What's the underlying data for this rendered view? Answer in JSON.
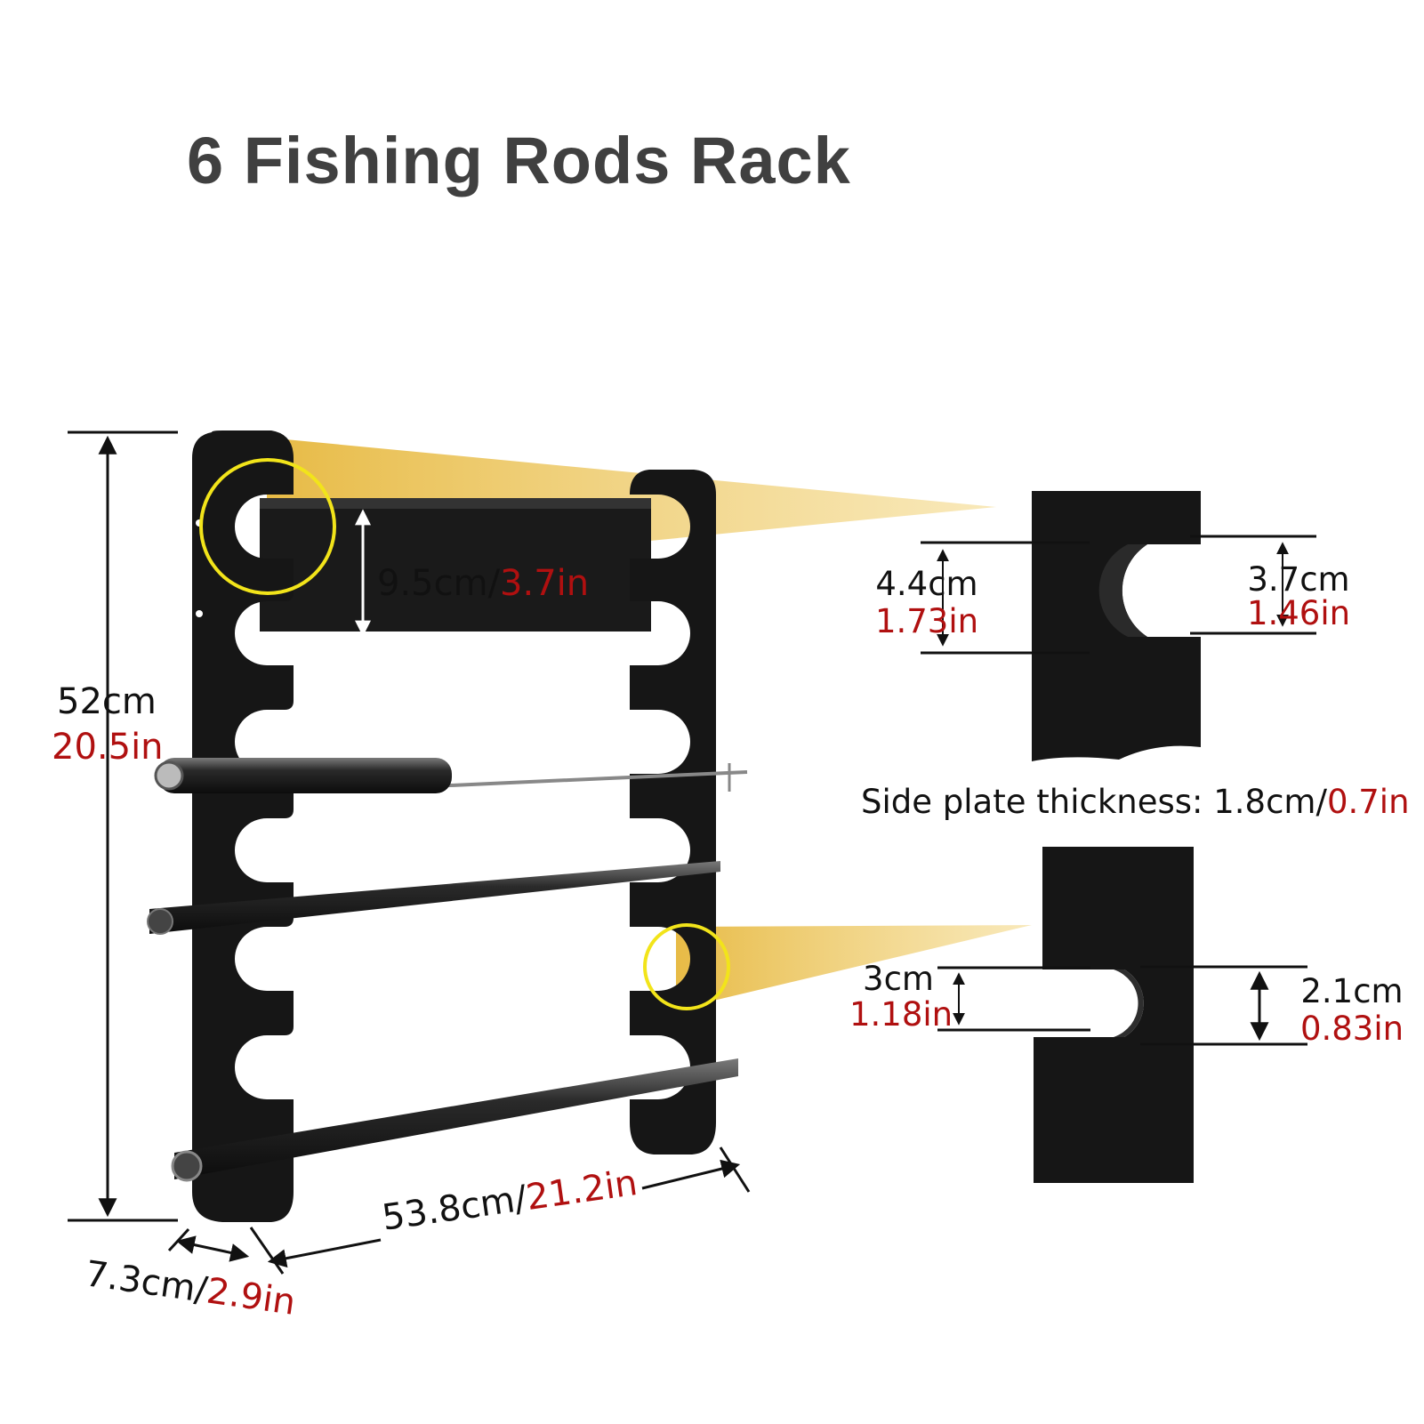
{
  "title": "6 Fishing Rods Rack",
  "colors": {
    "wood": "#161616",
    "callout": "#e6b73c",
    "ring": "#f2e41a",
    "metric_text": "#111111",
    "imperial_text": "#b01010"
  },
  "dimensions": {
    "height": {
      "cm": "52cm",
      "in": "20.5in"
    },
    "rod_spacing": {
      "cm": "9.5cm/",
      "in": "3.7in"
    },
    "width": {
      "cm": "53.8cm/",
      "in": "21.2in"
    },
    "depth": {
      "cm": "7.3cm/",
      "in": "2.9in"
    },
    "large_slot_opening": {
      "cm": "4.4cm",
      "in": "1.73in"
    },
    "large_slot_neck": {
      "cm": "3.7cm",
      "in": "1.46in"
    },
    "small_slot_opening": {
      "cm": "3cm",
      "in": "1.18in"
    },
    "small_slot_neck": {
      "cm": "2.1cm",
      "in": "0.83in"
    },
    "side_plate_thickness": {
      "label": "Side plate thickness: 1.8cm/",
      "in": "0.7in"
    }
  }
}
